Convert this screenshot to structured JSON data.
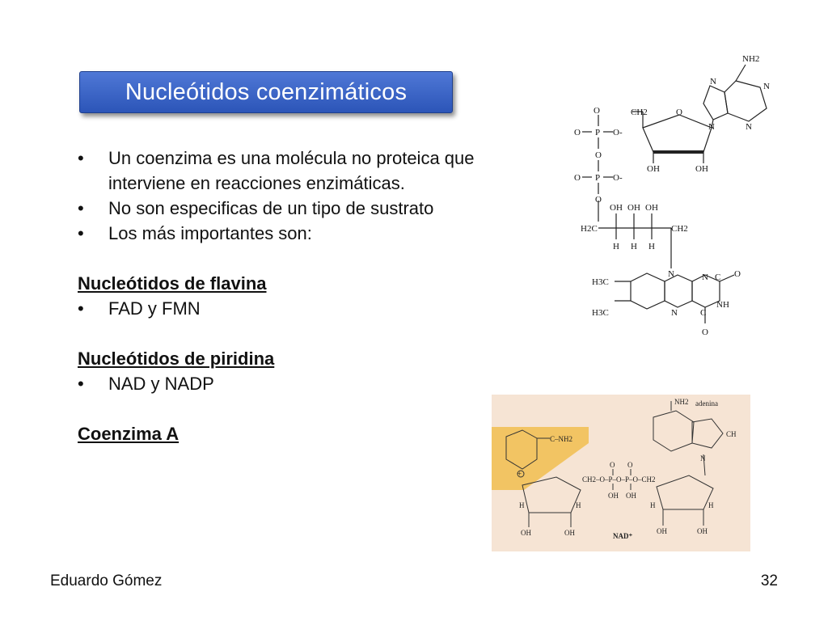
{
  "title": "Nucleótidos coenzimáticos",
  "bullets": [
    "Un coenzima es una molécula no proteica que interviene en reacciones enzimáticas.",
    "No son especificas de un tipo de sustrato",
    "Los más importantes son:"
  ],
  "sections": [
    {
      "heading": "Nucleótidos de flavina",
      "item": "FAD y FMN"
    },
    {
      "heading": "Nucleótidos de piridina",
      "item": "NAD y NADP"
    },
    {
      "heading": "Coenzima A"
    }
  ],
  "flavin_figure": {
    "nh2": "NH2",
    "n": "N",
    "o": "O",
    "p": "P",
    "o_minus": "O-",
    "ch2": "CH2",
    "h2c": "H2C",
    "oh": "OH",
    "h": "H",
    "c": "C",
    "nh": "NH",
    "h3c": "H3C"
  },
  "nad_figure": {
    "label": "NAD⁺",
    "adenina": "adenina",
    "nh2": "NH2",
    "c_nh2": "C–NH2",
    "ch": "CH",
    "chain": "CH2–O–P–O–P–O–CH2",
    "oh": "OH",
    "o": "O",
    "h": "H",
    "n": "N",
    "plus": "+"
  },
  "footer": {
    "author": "Eduardo Gómez",
    "page": "32"
  },
  "colors": {
    "title_bg": "#3a63c8",
    "highlight": "#f2c463",
    "nad_bg": "#f7e6d6"
  }
}
